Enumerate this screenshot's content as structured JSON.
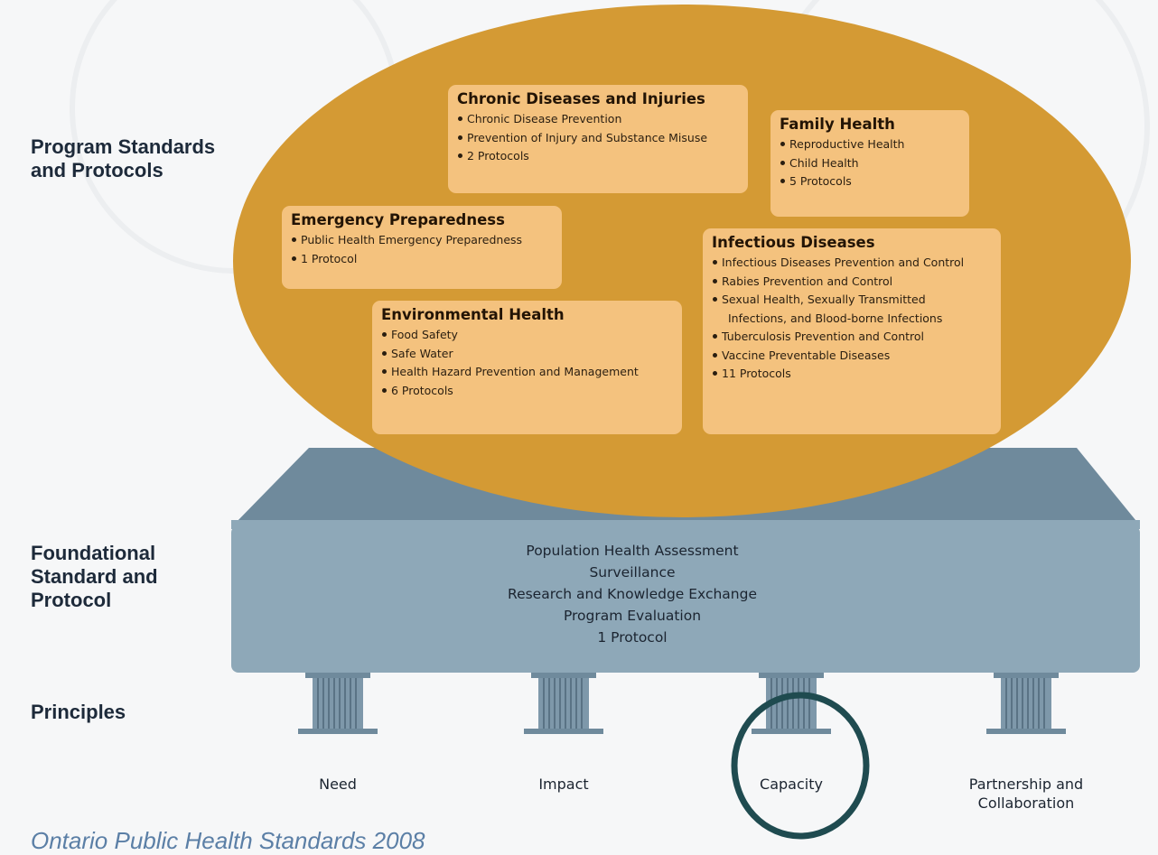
{
  "sections": {
    "program": "Program Standards\nand Protocols",
    "foundational": "Foundational\nStandard and\nProtocol",
    "principles": "Principles"
  },
  "boxes": {
    "chronic": {
      "title": "Chronic Diseases and Injuries",
      "items": [
        "Chronic Disease Prevention",
        "Prevention of Injury and Substance Misuse",
        "2 Protocols"
      ]
    },
    "family": {
      "title": "Family Health",
      "items": [
        "Reproductive Health",
        "Child Health",
        "5 Protocols"
      ]
    },
    "emergency": {
      "title": "Emergency Preparedness",
      "items": [
        "Public Health Emergency Preparedness",
        "1 Protocol"
      ]
    },
    "infectious": {
      "title": "Infectious Diseases",
      "items": [
        "Infectious Diseases Prevention and Control",
        "Rabies Prevention and Control",
        "Sexual Health, Sexually Transmitted",
        "Infections, and Blood-borne Infections",
        "Tuberculosis Prevention and Control",
        "Vaccine Preventable Diseases",
        "11 Protocols"
      ]
    },
    "environmental": {
      "title": "Environmental Health",
      "items": [
        "Food Safety",
        "Safe Water",
        "Health Hazard Prevention and Management",
        "6 Protocols"
      ]
    }
  },
  "foundation": {
    "lines": [
      "Population Health Assessment",
      "Surveillance",
      "Research and Knowledge Exchange",
      "Program Evaluation",
      "1 Protocol"
    ]
  },
  "pillars": {
    "need": "Need",
    "impact": "Impact",
    "capacity": "Capacity",
    "partnership": "Partnership and\nCollaboration"
  },
  "caption": "Ontario Public Health Standards 2008",
  "colors": {
    "ellipse": "#d49a34",
    "box": "#f4c27e",
    "slab_top": "#6f8a9c",
    "slab_front": "#8ea8b8",
    "pillar": "#7e98aa",
    "circle": "#1f4b50"
  }
}
